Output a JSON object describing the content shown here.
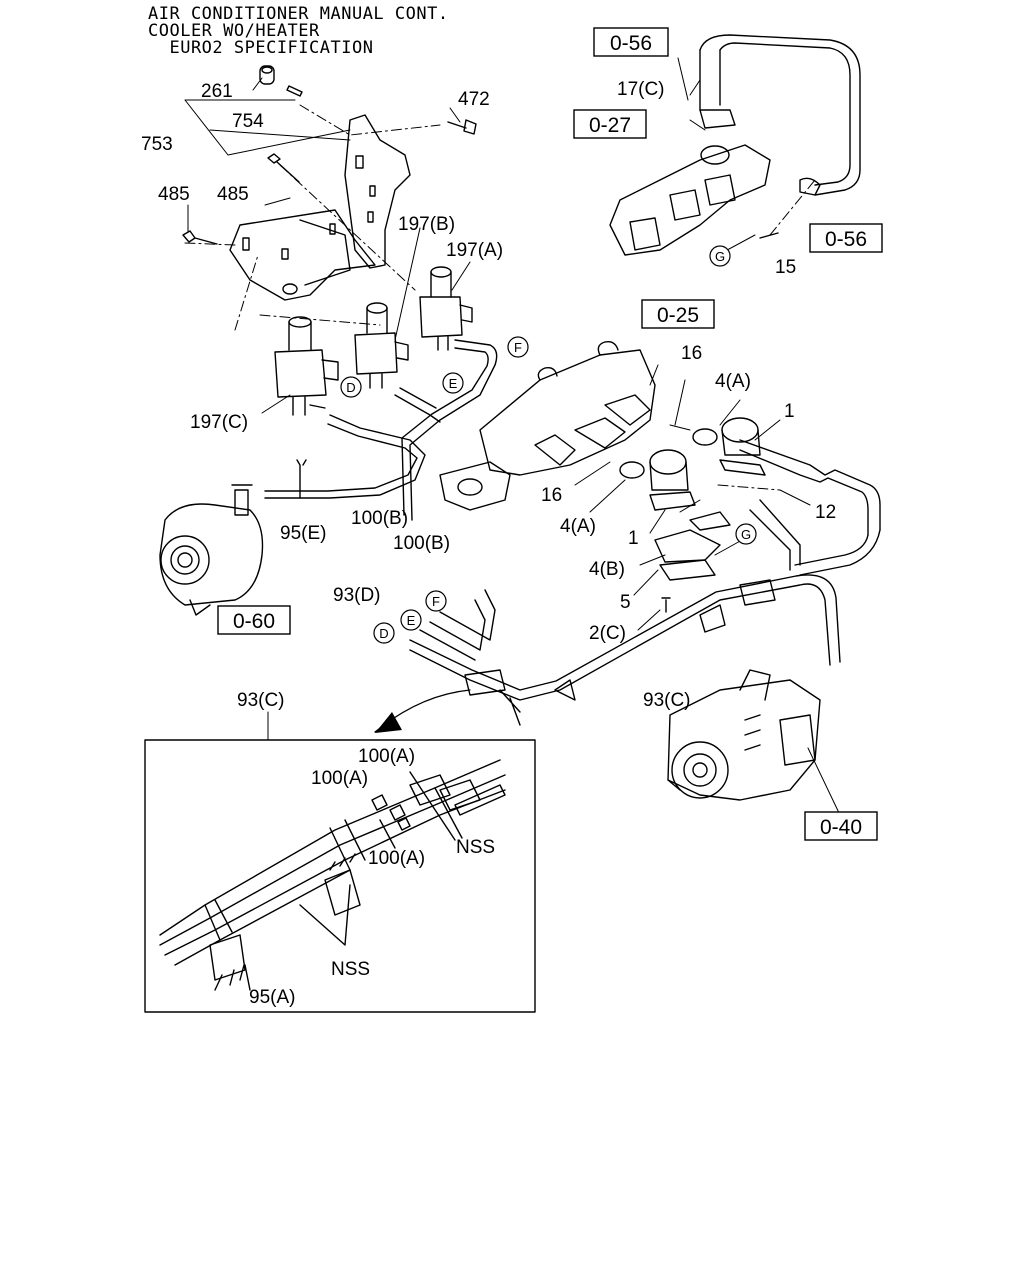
{
  "title": {
    "lines": [
      "AIR CONDITIONER MANUAL CONT.",
      "COOLER WO/HEATER",
      "  EURO2 SPECIFICATION"
    ]
  },
  "callouts": {
    "c261": "261",
    "c754": "754",
    "c753": "753",
    "c472": "472",
    "c485a": "485",
    "c485b": "485",
    "c197b": "197(B)",
    "c197a": "197(A)",
    "c197c": "197(C)",
    "c95e": "95(E)",
    "c100b1": "100(B)",
    "c100b2": "100(B)",
    "c93d": "93(D)",
    "c17c": "17(C)",
    "c15": "15",
    "c16a": "16",
    "c4a1": "4(A)",
    "c1a": "1",
    "c12": "12",
    "c16b": "16",
    "c4a2": "4(A)",
    "c1b": "1",
    "c4b": "4(B)",
    "c5": "5",
    "c2c": "2(C)",
    "c93c1": "93(C)",
    "c93c2": "93(C)",
    "c100a1": "100(A)",
    "c100a2": "100(A)",
    "c100a3": "100(A)",
    "nss1": "NSS",
    "nss2": "NSS",
    "c95a": "95(A)"
  },
  "references": {
    "r056a": "0-56",
    "r027": "0-27",
    "r056b": "0-56",
    "r025": "0-25",
    "r060": "0-60",
    "r040": "0-40"
  },
  "connectors": {
    "d1": "D",
    "e1": "E",
    "f1": "F",
    "g1": "G",
    "g2": "G",
    "d2": "D",
    "e2": "E",
    "f2": "F"
  }
}
